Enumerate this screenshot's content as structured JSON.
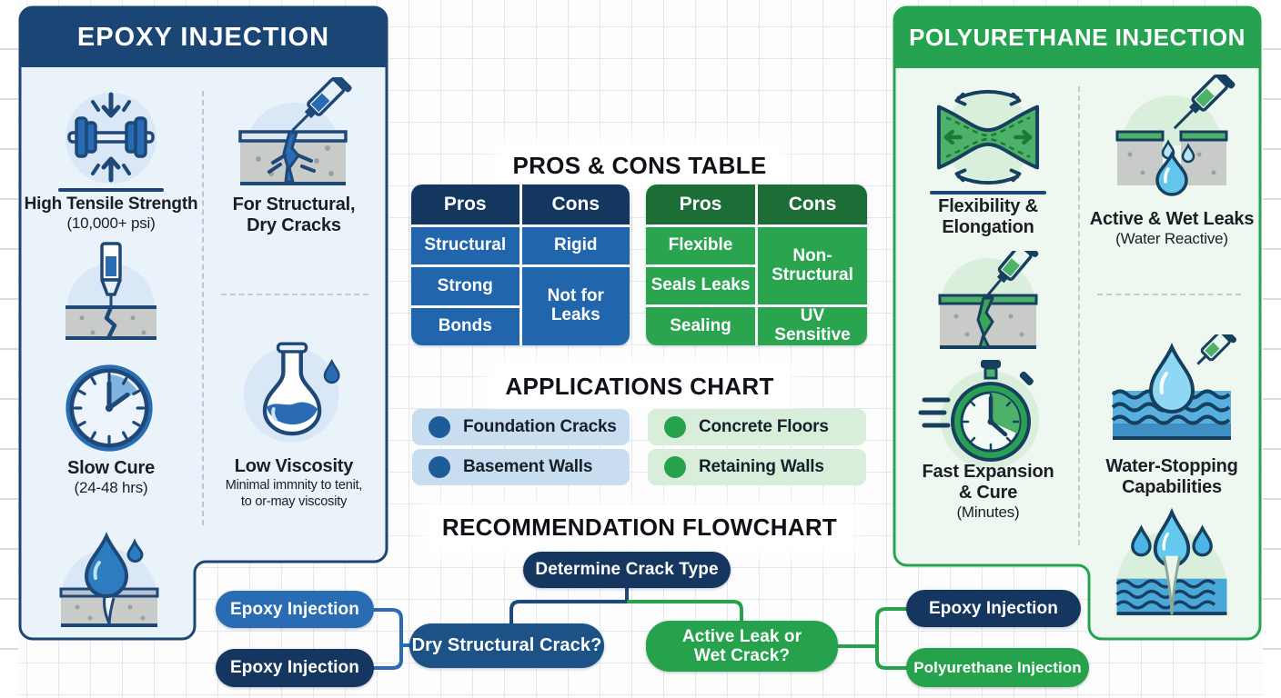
{
  "colors": {
    "navy_header": "#1b4574",
    "navy_dark": "#14375f",
    "blue_mid": "#2a6cb3",
    "table_blue": "#2166ad",
    "app_row_blue": "#c9ddf1",
    "panel_blue_bg": "#eaf2fa",
    "green_header": "#26a350",
    "green_dark": "#1d6e36",
    "table_green": "#2ba44f",
    "app_row_green": "#d8eedb",
    "panel_green_bg": "#eef7f0"
  },
  "epoxy_panel": {
    "title": "EPOXY INJECTION",
    "tensile_label": "High Tensile Strength",
    "tensile_sub": "(10,000+ psi)",
    "structural_line1": "For Structural,",
    "structural_line2": "Dry Cracks",
    "cure_label": "Slow Cure",
    "cure_sub": "(24-48 hrs)",
    "viscosity_label": "Low Viscosity",
    "viscosity_sub1": "Minimal immnity to tenit,",
    "viscosity_sub2": "to or-may viscosity",
    "icons": [
      "dumbbell-icon",
      "syringe-dry-crack-icon",
      "injection-nozzle-icon",
      "clock-icon",
      "flask-icon",
      "droplet-crack-icon"
    ]
  },
  "poly_panel": {
    "title": "POLYURETHANE INJECTION",
    "flex_line1": "Flexibility &",
    "flex_line2": "Elongation",
    "leaks_label": "Active & Wet Leaks",
    "leaks_sub": "(Water Reactive)",
    "expansion_line1": "Fast Expansion",
    "expansion_line2": "& Cure",
    "expansion_sub": "(Minutes)",
    "water_line1": "Water-Stopping",
    "water_line2": "Capabilities",
    "icons": [
      "flex-band-icon",
      "syringe-wet-crack-icon",
      "syringe-green-crack-icon",
      "stopwatch-icon",
      "water-drop-syringe-icon",
      "droplets-waves-icon"
    ]
  },
  "pros_cons": {
    "title": "PROS & CONS TABLE",
    "epoxy_table": {
      "pros_header": "Pros",
      "cons_header": "Cons",
      "pros": [
        "Structural",
        "Strong",
        "Bonds"
      ],
      "cons": [
        "Rigid",
        "Not for Leaks"
      ]
    },
    "poly_table": {
      "pros_header": "Pros",
      "cons_header": "Cons",
      "pros": [
        "Flexible",
        "Seals Leaks",
        "Sealing"
      ],
      "cons": [
        "Non-Structural",
        "UV Sensitive"
      ]
    }
  },
  "applications": {
    "title": "APPLICATIONS CHART",
    "epoxy_items": [
      "Foundation Cracks",
      "Basement Walls"
    ],
    "poly_items": [
      "Concrete Floors",
      "Retaining Walls"
    ]
  },
  "flowchart": {
    "title": "RECOMMENDATION FLOWCHART",
    "root": "Determine Crack Type",
    "left_question": "Dry Structural Crack?",
    "right_question_line1": "Active Leak or",
    "right_question_line2": "Wet Crack?",
    "left_answer1": "Epoxy Injection",
    "left_answer2": "Epoxy Injection",
    "right_answer1": "Epoxy Injection",
    "right_answer2": "Polyurethane Injection"
  }
}
